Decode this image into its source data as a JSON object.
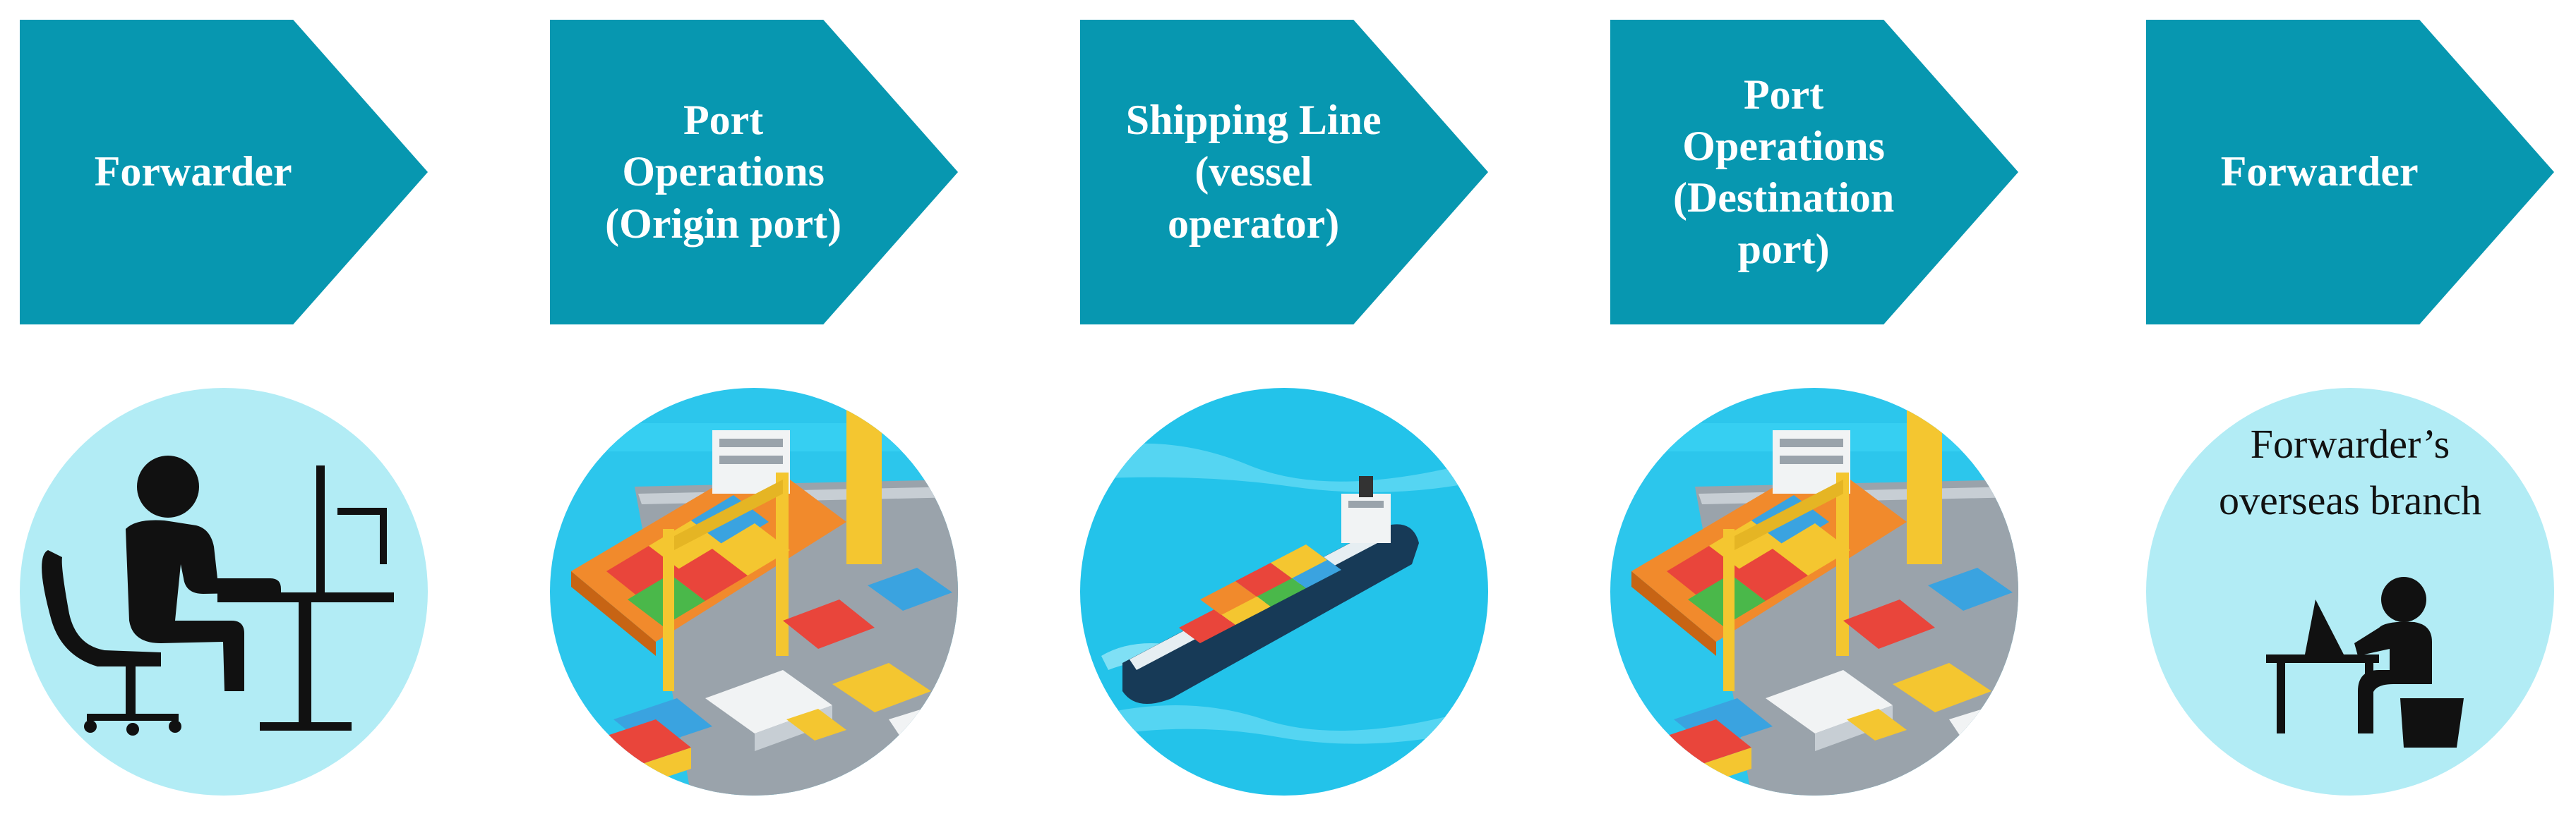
{
  "colors": {
    "chevron": "#0797b0",
    "circle_light": "#b2ecf5",
    "water": "#23c3ea",
    "icon": "#111111"
  },
  "steps": [
    {
      "label": "Forwarder",
      "icon": "person-at-desk-icon"
    },
    {
      "label": "Port\nOperations\n(Origin  port)",
      "icon": "container-port-icon"
    },
    {
      "label": "Shipping Line\n(vessel\noperator)",
      "icon": "cargo-ship-icon"
    },
    {
      "label": "Port\nOperations\n(Destination\nport)",
      "icon": "container-port-icon"
    },
    {
      "label": "Forwarder",
      "icon": "person-with-laptop-icon"
    }
  ],
  "overseas_branch": {
    "label": "Forwarder’s\noverseas branch"
  }
}
